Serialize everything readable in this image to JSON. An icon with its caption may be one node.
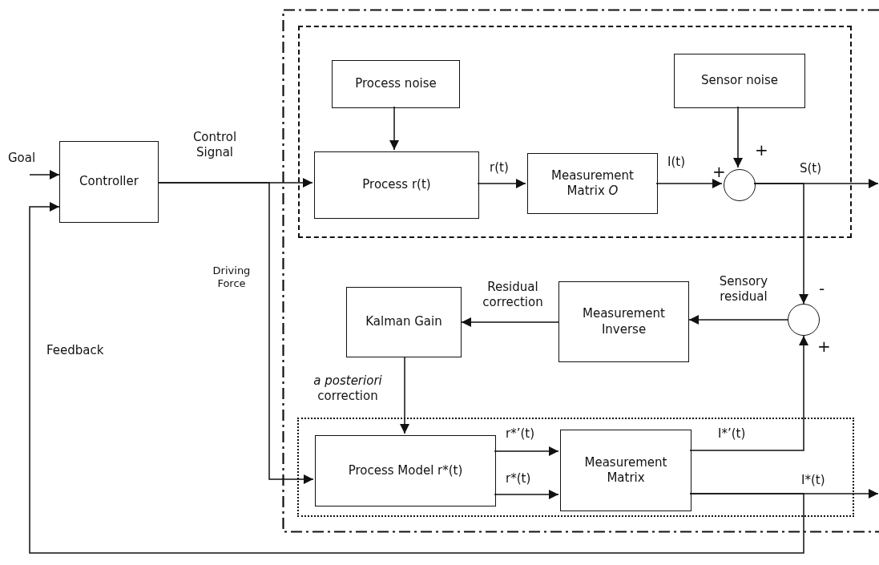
{
  "diagram": {
    "nodes": [
      {
        "text": [],
        "shape": "box"
      },
      {
        "text": [],
        "shape": "box",
        "in": 0
      },
      {
        "text": [
          "Process noise"
        ],
        "in": 1
      },
      {
        "text": [
          "Sensor noise"
        ],
        "in": 1
      },
      {
        "text": [
          "Controller"
        ]
      },
      {
        "text": [
          "Process r(t)"
        ],
        "in": 1
      },
      {
        "text": [
          "Measurement Matrix *O*"
        ],
        "in": 1
      },
      {
        "text": [],
        "shape": "circle",
        "in": 1
      },
      {
        "text": [
          "Kalman Gain"
        ],
        "in": 0
      },
      {
        "text": [
          "Measurement Inverse"
        ],
        "in": 0
      },
      {
        "text": [],
        "shape": "circle",
        "in": 0
      },
      {
        "text": [],
        "shape": "box",
        "in": 0
      },
      {
        "text": [
          "Process Model r*(t)"
        ],
        "in": 11
      },
      {
        "text": [
          "Measurement Matrix"
        ],
        "in": 11
      }
    ],
    "edges": [
      {
        "from": null,
        "to": 4,
        "arrow": "to",
        "label": "Goal"
      },
      {
        "from": 4,
        "to": 5,
        "arrow": "to",
        "label": "Control Signal"
      },
      {
        "from": 4,
        "to": 12,
        "arrow": "to",
        "label": "Driving Force"
      },
      {
        "from": 2,
        "to": 5,
        "arrow": "to"
      },
      {
        "from": 5,
        "to": 6,
        "arrow": "to",
        "label": "r(t)"
      },
      {
        "from": 6,
        "to": 7,
        "arrow": "to",
        "label": "I(t)"
      },
      {
        "from": 3,
        "to": 7,
        "arrow": "to"
      },
      {
        "from": 7,
        "to": null,
        "arrow": "to",
        "label": "S(t)"
      },
      {
        "from": 7,
        "to": 10,
        "arrow": "to"
      },
      {
        "from": 10,
        "to": 9,
        "arrow": "to",
        "label": "Sensory residual"
      },
      {
        "from": 9,
        "to": 8,
        "arrow": "to",
        "label": "Residual correction"
      },
      {
        "from": 8,
        "to": 12,
        "arrow": "to",
        "label": "*a posteriori* correction"
      },
      {
        "from": 12,
        "to": 13,
        "arrow": "to",
        "label": "r*’(t)"
      },
      {
        "from": 12,
        "to": 13,
        "arrow": "to",
        "label": "r*(t)"
      },
      {
        "from": 13,
        "to": 10,
        "arrow": "to",
        "label": "I*’(t)"
      },
      {
        "from": 13,
        "to": null,
        "arrow": "to",
        "label": "I*(t)"
      },
      {
        "from": 13,
        "to": 4,
        "arrow": "to",
        "label": "Feedback"
      }
    ],
    "labels": [
      "+",
      "+",
      "-",
      "+"
    ]
  }
}
